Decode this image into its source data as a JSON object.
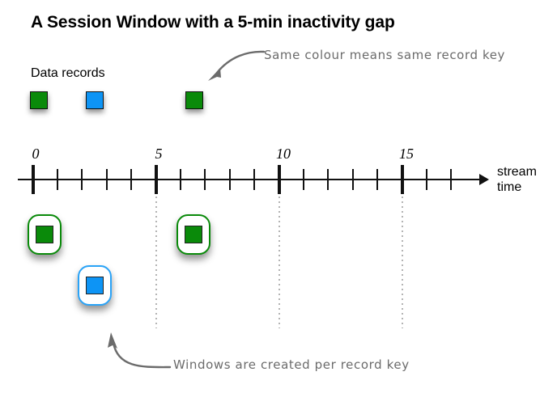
{
  "title": "A Session Window with a 5-min inactivity gap",
  "labels": {
    "data_records": "Data records",
    "axis_caption_line1": "stream",
    "axis_caption_line2": "time"
  },
  "annotations": {
    "top": "Same colour means same record key",
    "bottom": "Windows are created per record key"
  },
  "colors": {
    "record_green": "#0a8a0a",
    "record_blue": "#0d94f5",
    "window_border_green": "#0a8a0a",
    "window_border_blue": "#2aa3f7",
    "axis": "#111111",
    "guide_line": "#b4b4b4",
    "annotation_text": "#6b6b6b",
    "title_text": "#000000"
  },
  "chart_data": {
    "type": "timeline",
    "title": "A Session Window with a 5-min inactivity gap",
    "xlabel": "stream time",
    "xlim": [
      -0.7,
      18.2
    ],
    "axis_ticks_major": [
      0,
      5,
      10,
      15
    ],
    "axis_tick_labels": [
      "0",
      "5",
      "10",
      "15"
    ],
    "axis_ticks_minor_step": 1,
    "grid": false,
    "guide_lines_at": [
      5,
      10,
      15
    ],
    "records": [
      {
        "time": 0.2,
        "key": "green",
        "color": "#0a8a0a",
        "x": 48,
        "y": 124
      },
      {
        "time": 2.5,
        "key": "blue",
        "color": "#0d94f5",
        "x": 117,
        "y": 124
      },
      {
        "time": 6.5,
        "key": "green",
        "color": "#0a8a0a",
        "x": 240,
        "y": 124
      }
    ],
    "windows": [
      {
        "key": "green",
        "time": 0.2,
        "border": "#0a8a0a",
        "x": 55,
        "y": 290
      },
      {
        "key": "blue",
        "time": 2.5,
        "border": "#2aa3f7",
        "x": 117,
        "y": 353
      },
      {
        "key": "green",
        "time": 6.5,
        "border": "#0a8a0a",
        "x": 239,
        "y": 290
      }
    ]
  }
}
